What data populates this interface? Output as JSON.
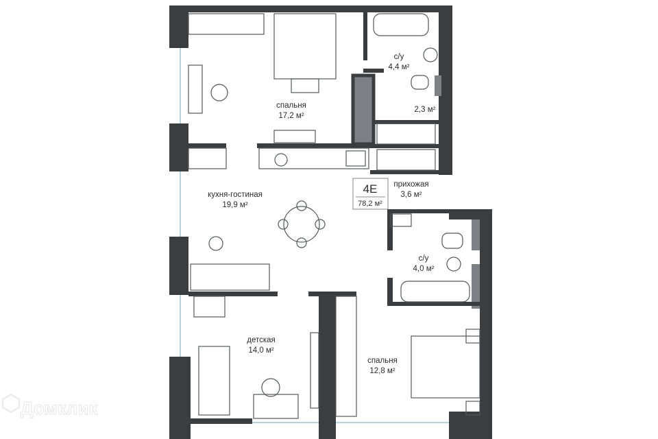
{
  "plan": {
    "apartment_code": "4E",
    "total_area": "78,2 м²",
    "rooms": [
      {
        "name": "спальня",
        "area": "17,2 м²"
      },
      {
        "name": "с/у",
        "area": "4,4 м²"
      },
      {
        "name": "",
        "area": "2,3 м²"
      },
      {
        "name": "кухня-гостиная",
        "area": "19,9 м²"
      },
      {
        "name": "прихожая",
        "area": "3,6 м²"
      },
      {
        "name": "с/у",
        "area": "4,0 м²"
      },
      {
        "name": "детская",
        "area": "14,0 м²"
      },
      {
        "name": "спальня",
        "area": "12,8 м²"
      }
    ]
  },
  "watermark": "Домклик",
  "colors": {
    "wall": "#3b3e41",
    "window": "#b9d3de"
  }
}
